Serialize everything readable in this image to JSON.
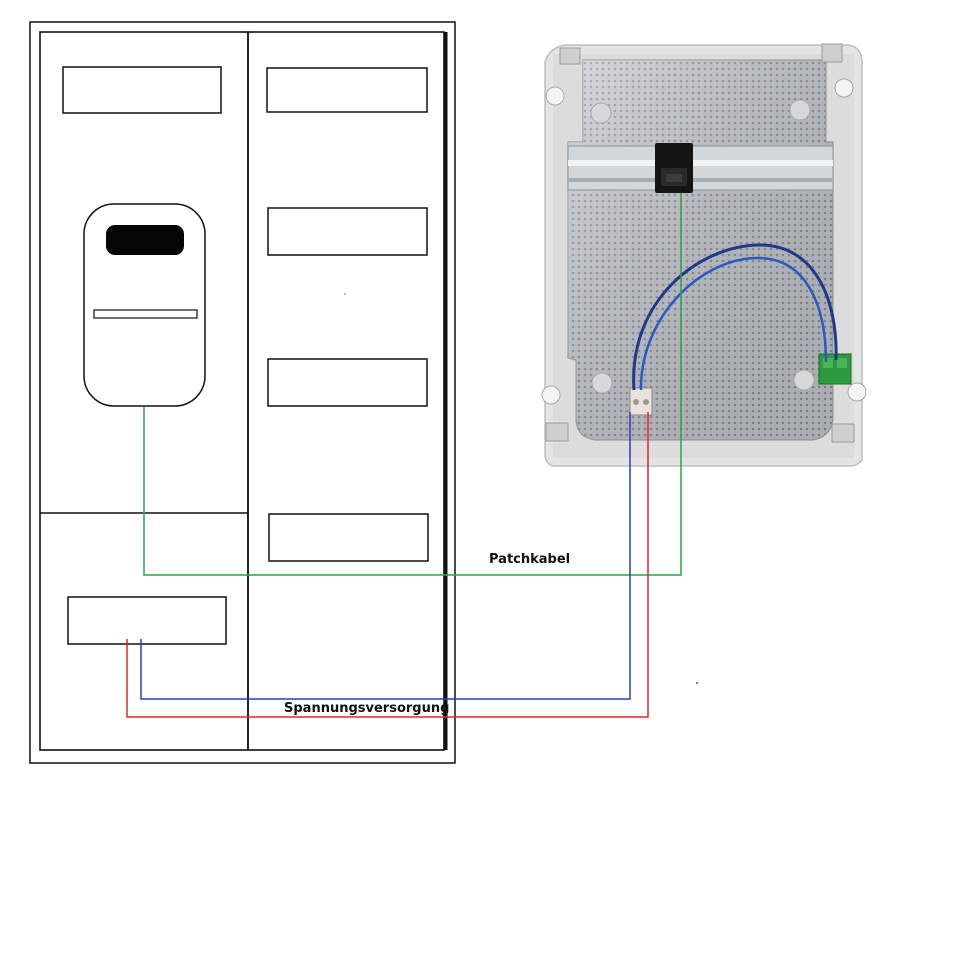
{
  "labels": {
    "patch_cable": "Patchkabel",
    "power_supply": "Spannungsversorgung"
  },
  "colors": {
    "patch_cable": "#2aa64a",
    "power_positive": "#e0262b",
    "power_negative": "#2b3bbf",
    "outline": "#111111",
    "enclosure": "#e7e7e7",
    "mounting_plate": "#c9ccd0",
    "terminal_block": "#2e9a3e",
    "connector": "#151515"
  },
  "icons": {
    "meter": "electricity-meter-icon",
    "enclosure": "distribution-box-photo",
    "rj45": "rj45-jack-icon",
    "terminal": "terminal-block-icon"
  }
}
